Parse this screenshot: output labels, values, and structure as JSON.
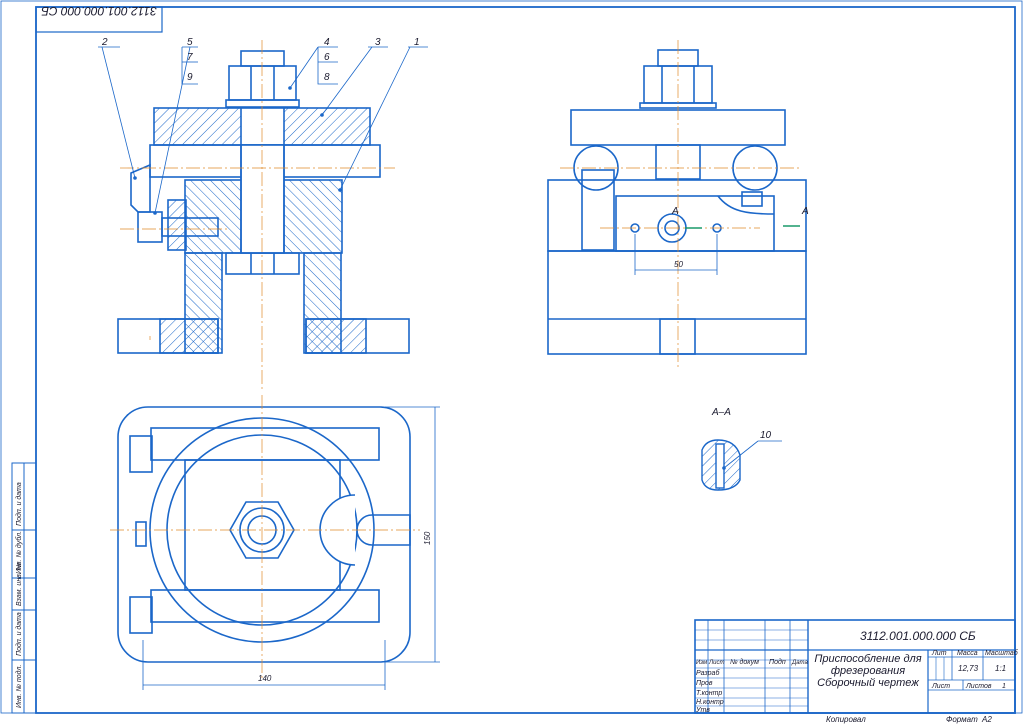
{
  "corner_stamp": "3112.001.000.000 СБ",
  "title_block": {
    "designation": "3112.001.000.000 СБ",
    "name_line1": "Приспособление для",
    "name_line2": "фрезерования",
    "name_line3": "Сборочный чертеж",
    "col_izm": "Изм",
    "col_list": "Лист",
    "col_ndoc": "№ докум",
    "col_podp": "Подп",
    "col_data": "Дата",
    "row_razrab": "Разраб",
    "row_prov": "Пров",
    "row_tkontr": "Т.контр",
    "row_nkontr": "Н.контр",
    "row_utv": "Утв",
    "lit": "Лит",
    "massa": "Масса",
    "masshtab": "Масштаб",
    "massa_value": "12,73",
    "masshtab_value": "1:1",
    "sheet_label": "Лист",
    "sheets_label": "Листов",
    "sheets_value": "1",
    "kopiroval": "Копировал",
    "format_label": "Формат",
    "format_value": "А2"
  },
  "side_stamp": {
    "inv_podl": "Инв. № подл.",
    "podp_data1": "Подп. и дата",
    "vzam_inv": "Взам. инв. №",
    "inv_dubl": "Инв. № дубл.",
    "podp_data2": "Подп. и дата"
  },
  "leaders": {
    "l1": "1",
    "l2": "2",
    "l3": "3",
    "l4": "4",
    "l5": "5",
    "l6": "6",
    "l7": "7",
    "l8": "8",
    "l9": "9",
    "l10": "10"
  },
  "dimensions": {
    "d50": "50",
    "d150": "150",
    "d140": "140"
  },
  "section": {
    "label": "А–А",
    "marker_a1": "А",
    "marker_a2": "А"
  }
}
